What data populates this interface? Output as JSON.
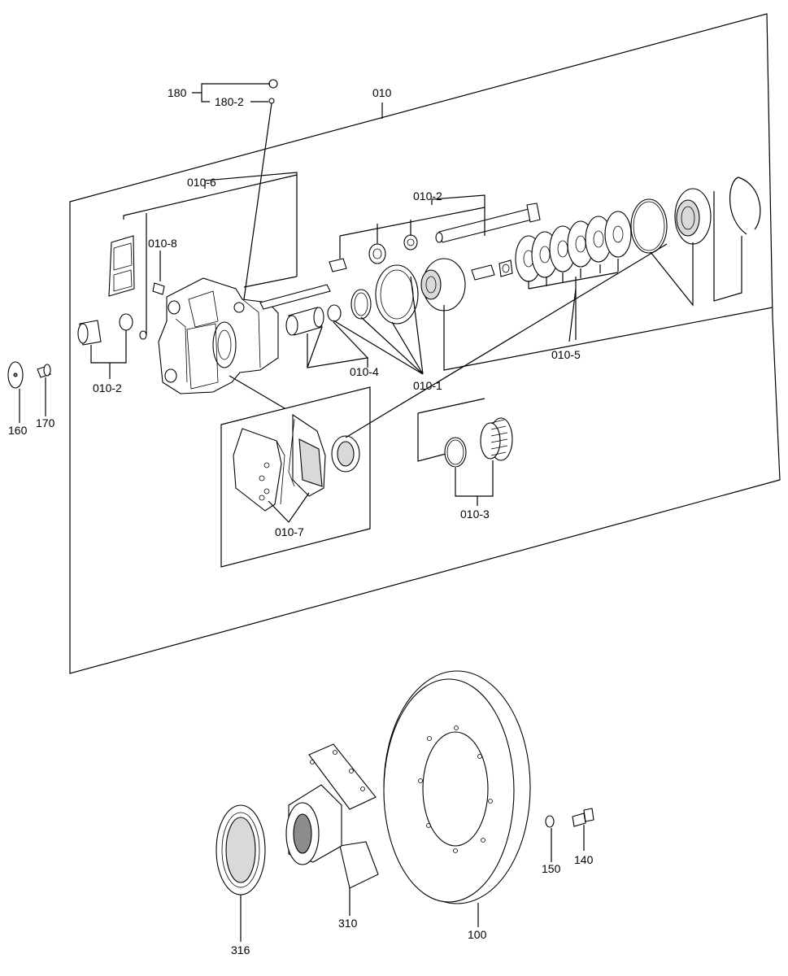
{
  "colors": {
    "line": "#000000",
    "background": "#ffffff",
    "shade": "#d9d9d9",
    "dark": "#8c8c8c"
  },
  "labels": {
    "p180": "180",
    "p180_2": "180-2",
    "p010": "010",
    "p010_6": "010-6",
    "p010_2_top": "010-2",
    "p010_8": "010-8",
    "p010_2_left": "010-2",
    "p010_4": "010-4",
    "p010_1": "010-1",
    "p010_5": "010-5",
    "p010_7": "010-7",
    "p010_3": "010-3",
    "p160": "160",
    "p170": "170",
    "p150": "150",
    "p140": "140",
    "p316": "316",
    "p310": "310",
    "p100": "100"
  }
}
